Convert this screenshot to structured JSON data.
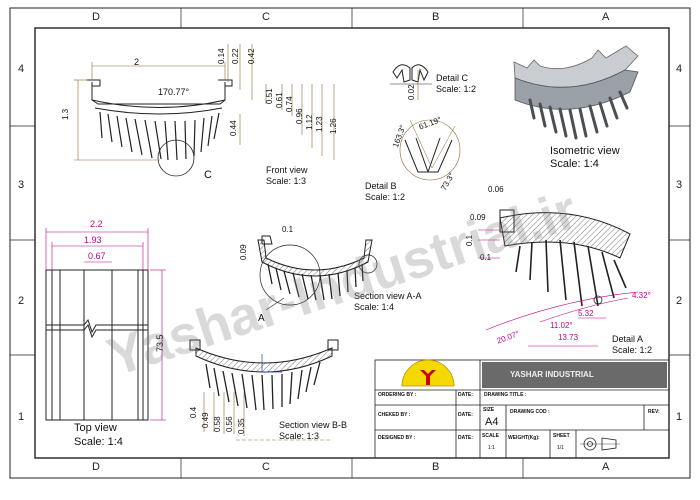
{
  "zones": {
    "top": [
      "D",
      "C",
      "B",
      "A"
    ],
    "bottom": [
      "D",
      "C",
      "B",
      "A"
    ],
    "left": [
      "4",
      "3",
      "2",
      "1"
    ],
    "right": [
      "4",
      "3",
      "2",
      "1"
    ]
  },
  "views": {
    "front": {
      "title": "Front view",
      "scale": "Scale:  1:3"
    },
    "detail_c": {
      "title": "Detail C",
      "scale": "Scale:  1:2",
      "callout": "C"
    },
    "detail_b": {
      "title": "Detail B",
      "scale": "Scale:  1:2"
    },
    "isometric": {
      "title": "Isometric view",
      "scale": "Scale:  1:4"
    },
    "section_aa": {
      "title": "Section view A-A",
      "scale": "Scale:  1:4",
      "callout": "A"
    },
    "detail_a": {
      "title": "Detail A",
      "scale": "Scale:  1:2"
    },
    "section_bb": {
      "title": "Section view B-B",
      "scale": "Scale:  1:3"
    },
    "top": {
      "title": "Top view",
      "scale": "Scale:  1:4"
    }
  },
  "dims": {
    "front": {
      "width": "2",
      "angle": "170.77°",
      "height": "1.3",
      "v": [
        "0.14",
        "0.22",
        "0.42",
        "0.51",
        "0.61",
        "0.74",
        "0.96",
        "1.12",
        "1.23",
        "1.26",
        "0.44"
      ]
    },
    "detail_c": {
      "v": "0.02"
    },
    "detail_b": {
      "a": [
        "163.3°",
        "61.19°",
        "73.3°"
      ]
    },
    "top": {
      "w1": "2.2",
      "w2": "1.93",
      "w3": "0.67",
      "h": "73.5"
    },
    "section_aa": {
      "a": "0.1",
      "b": "0.09"
    },
    "detail_a": {
      "v": [
        "0.06",
        "0.09",
        "0.1",
        "0.1",
        "4.32°",
        "5.32",
        "11.02°",
        "13.73",
        "20.07°"
      ]
    },
    "section_bb": {
      "v": [
        "0.4",
        "0.49",
        "0.58",
        "0.56",
        "0.35"
      ]
    }
  },
  "watermark": "Yashar-Industrial.ir",
  "title_block": {
    "company": "YASHAR INDUSTRIAL",
    "ordering_by": "ORDERING  BY :",
    "date": "DATE:",
    "drawing_title": "DRAWING TITLE :",
    "checked_by": "CHEKED BY :",
    "size_label": "SIZE",
    "size": "A4",
    "drawing_cod": "DRAWING COD :",
    "rev": "REV:",
    "designed_by": "DESIGNED BY :",
    "scale_label": "SCALE",
    "scale": "1:1",
    "weight": "WEIGHT(Kg):",
    "sheet_label": "SHEET",
    "sheet": "1/1"
  },
  "colors": {
    "line": "#222222",
    "dim_magenta": "#c0008a",
    "hatch": "#555555",
    "iso_fill": "#9aa0a8"
  },
  "icons": [
    "logo-y-icon",
    "projection-symbol-icon"
  ]
}
